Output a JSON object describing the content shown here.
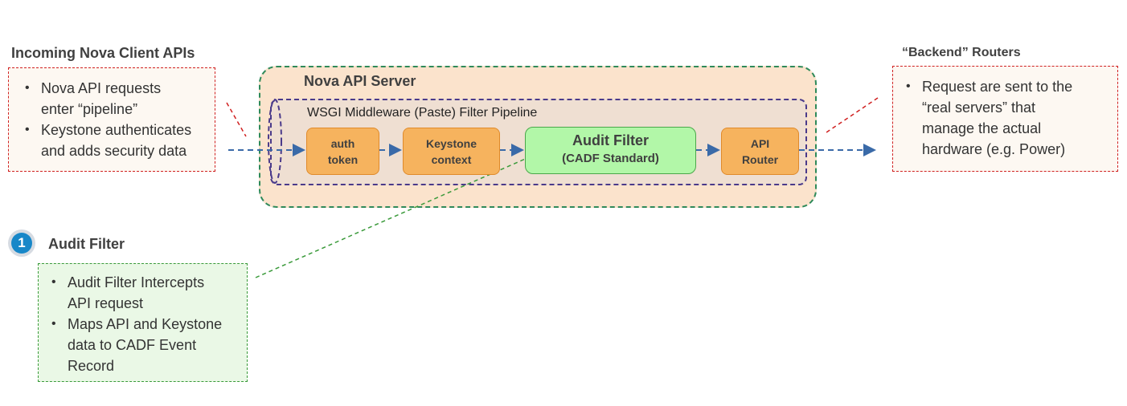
{
  "incoming": {
    "heading": "Incoming Nova Client  APIs",
    "bullets": [
      [
        "Nova API requests",
        "enter “pipeline”"
      ],
      [
        "Keystone authenticates",
        "and adds security data"
      ]
    ]
  },
  "server": {
    "title": "Nova API Server",
    "pipeline_title": "WSGI Middleware (Paste) Filter Pipeline",
    "stages": {
      "auth": [
        "auth",
        "token"
      ],
      "keystone": [
        "Keystone",
        "context"
      ],
      "audit": [
        "Audit Filter",
        "(CADF Standard)"
      ],
      "router": [
        "API",
        "Router"
      ]
    }
  },
  "backend": {
    "heading": "“Backend” Routers",
    "bullets": [
      [
        "Request are sent to the",
        "“real servers” that",
        "manage the actual",
        "hardware (e.g. Power)"
      ]
    ]
  },
  "audit_note": {
    "badge_number": "1",
    "heading": "Audit Filter",
    "bullets": [
      [
        "Audit Filter Intercepts",
        "API request"
      ],
      [
        "Maps API and Keystone",
        "data to CADF Event",
        "Record"
      ]
    ]
  },
  "colors": {
    "flow_arrow": "#3a6aa8",
    "note_border_red": "#d02020",
    "note_border_green": "#3a9a3a",
    "server_border": "#2f8a5a",
    "server_fill": "#fbe3cc",
    "stage_orange": "#f6b35e",
    "stage_green": "#b2f7a8",
    "badge_blue": "#1787c8"
  }
}
